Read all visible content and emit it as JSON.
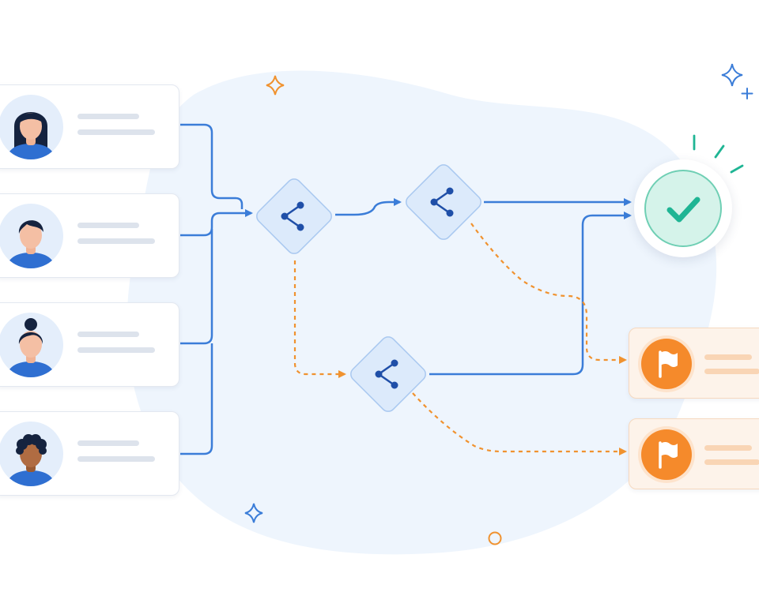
{
  "diagram": {
    "user_cards": [
      {
        "avatar": "woman-long-hair-avatar"
      },
      {
        "avatar": "man-short-hair-avatar"
      },
      {
        "avatar": "woman-bun-hair-avatar"
      },
      {
        "avatar": "man-curly-hair-avatar"
      }
    ],
    "decision_nodes": [
      {
        "icon": "branch-icon"
      },
      {
        "icon": "branch-icon"
      },
      {
        "icon": "branch-icon"
      }
    ],
    "outcome": {
      "icon": "checkmark-icon"
    },
    "flagged_cards": [
      {
        "icon": "flag-icon"
      },
      {
        "icon": "flag-icon"
      }
    ],
    "colors": {
      "approved_path": "#3b7dd8",
      "flagged_path": "#f0922f",
      "node_fill": "#dceafb",
      "success": "#1fb594",
      "flag": "#f58a2b"
    }
  }
}
